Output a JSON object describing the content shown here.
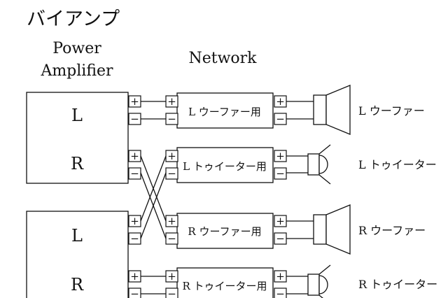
{
  "title": "バイアンプ",
  "labels": {
    "amplifier_line1": "Power",
    "amplifier_line2": "Amplifier",
    "network": "Network"
  },
  "amp_channels": {
    "amp1_L": "L",
    "amp1_R": "R",
    "amp2_L": "L",
    "amp2_R": "R"
  },
  "networks": {
    "n1": "L ウーファー用",
    "n2": "L トゥイーター用",
    "n3": "R ウーファー用",
    "n4": "R トゥイーター用"
  },
  "speakers": {
    "s1": "L ウーファー",
    "s2": "L トゥイーター",
    "s3": "R ウーファー",
    "s4": "R トゥイーター"
  },
  "terminal_symbols": {
    "plus": "+",
    "minus": "−"
  }
}
